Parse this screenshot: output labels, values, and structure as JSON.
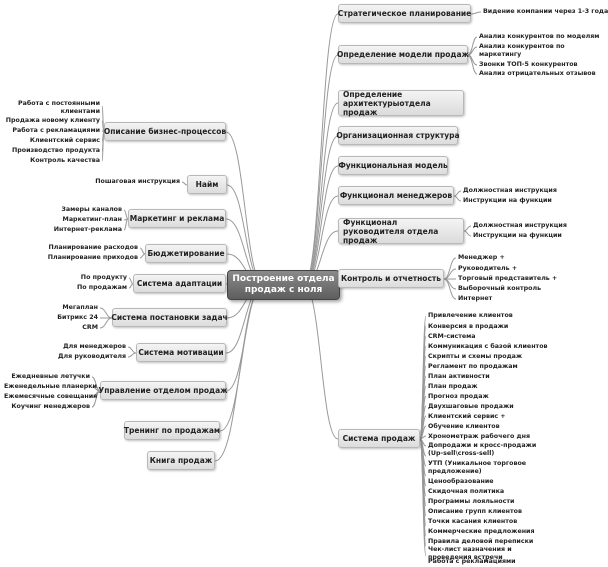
{
  "center": {
    "label": "Построение отдела\nпродаж с ноля"
  },
  "right_branches": [
    {
      "label": "Стратегическое планирование",
      "leaves": [
        "Видение компании через 1-3 года"
      ]
    },
    {
      "label": "Определение модели продаж",
      "leaves": [
        "Анализ конкурентов по моделям",
        "Анализ конкурентов по маркетингу",
        "Звонки ТОП-5 конкурентов",
        "Анализ отрицательных отзывов"
      ]
    },
    {
      "label": "Определение архитектурыотдела продаж",
      "leaves": []
    },
    {
      "label": "Организационная структура",
      "leaves": []
    },
    {
      "label": "Функциональная модель",
      "leaves": []
    },
    {
      "label": "Функционал менеджеров",
      "leaves": [
        "Должностная инструкция",
        "Инструкции на функции"
      ]
    },
    {
      "label": "Функционал руководителя отдела продаж",
      "leaves": [
        "Должностная инструкция",
        "Инструкции на функции"
      ]
    },
    {
      "label": "Контроль и отчетность",
      "leaves": [
        "Менеджер +",
        "Руководитель +",
        "Торговый представитель +",
        "Выборочный контроль",
        "Интернет"
      ]
    },
    {
      "label": "Система продаж",
      "leaves": [
        "Привлечение клиентов",
        "Конверсия в продажи",
        "CRM-система",
        "Коммуникация с базой клиентов",
        "Скрипты и схемы продаж",
        "Регламент по продажам",
        "План активности",
        "План продаж",
        "Прогноз продаж",
        "Двухшаговые продажи",
        "Клиентский сервис +",
        "Обучение клиентов",
        "Хронометраж рабочего дня",
        "Допродажи и кросс-продажи (Up-sell\\cross-sell)",
        "УТП (Уникальное торговое предложение)",
        "Ценообразование",
        "Скидочная политика",
        "Программы лояльности",
        "Описание групп клиентов",
        "Точки касания клиентов",
        "Коммерческие предложения",
        "Правила деловой переписки",
        "Чек-лист назначения и проведения встречи",
        "Работа с рекламациями"
      ]
    }
  ],
  "left_branches": [
    {
      "label": "Описание бизнес-процессов",
      "leaves": [
        "Работа с постоянными клиентами",
        "Продажа новому клиенту",
        "Работа с рекламациями",
        "Клиентский сервис",
        "Производство продукта",
        "Контроль качества"
      ]
    },
    {
      "label": "Найм",
      "leaves": [
        "Пошаговая инструкция"
      ]
    },
    {
      "label": "Маркетинг и реклама",
      "leaves": [
        "Замеры каналов",
        "Маркетинг-план",
        "Интернет-реклама"
      ]
    },
    {
      "label": "Бюджетирование",
      "leaves": [
        "Планирование расходов",
        "Планирование приходов"
      ]
    },
    {
      "label": "Система адаптации",
      "leaves": [
        "По продукту",
        "По продажам"
      ]
    },
    {
      "label": "Система постановки задач",
      "leaves": [
        "Мегаплан",
        "Битрикс 24",
        "CRM"
      ]
    },
    {
      "label": "Система мотивации",
      "leaves": [
        "Для менеджеров",
        "Для руководителя"
      ]
    },
    {
      "label": "Управление отделом продаж",
      "leaves": [
        "Ежедневные летучки",
        "Еженедельные планерки",
        "Ежемесячные совещания",
        "Коучинг менеджеров"
      ]
    },
    {
      "label": "Тренинг по продажам",
      "leaves": []
    },
    {
      "label": "Книга продаж",
      "leaves": []
    }
  ]
}
